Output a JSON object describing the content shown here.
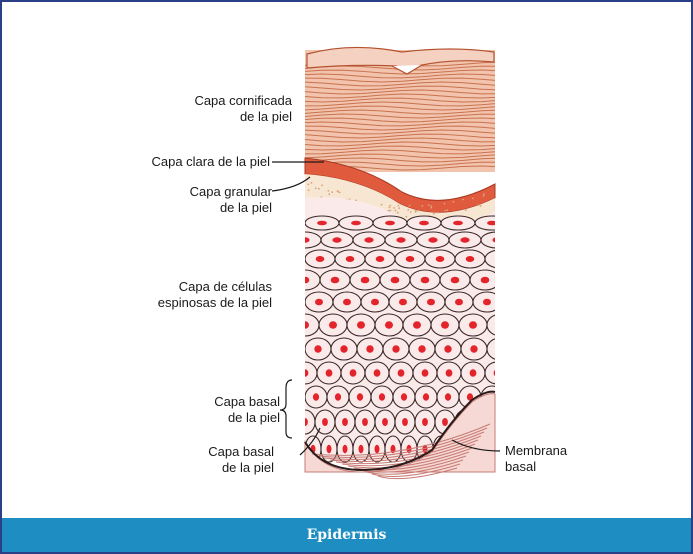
{
  "labels": {
    "stratum_corneum": [
      "Capa cornificada",
      "de la piel"
    ],
    "stratum_lucidum": "Capa clara de la piel",
    "stratum_granulosum": [
      "Capa granular",
      "de la piel"
    ],
    "stratum_spinosum": [
      "Capa de células",
      "espinosas de la piel"
    ],
    "stratum_basale_bracket": [
      "Capa basal",
      "de la piel"
    ],
    "stratum_basale": [
      "Capa basal",
      "de la piel"
    ],
    "basement_membrane": [
      "Membrana",
      "basal"
    ]
  },
  "caption": "Epidermis",
  "colors": {
    "frame_border": "#2a3f86",
    "caption_bg": "#1e8ec2",
    "corneum": "#f2c4ad",
    "lucidum": "#e05a3e",
    "nucleus": "#e3242b",
    "cell_fill": "#fbeaea"
  }
}
